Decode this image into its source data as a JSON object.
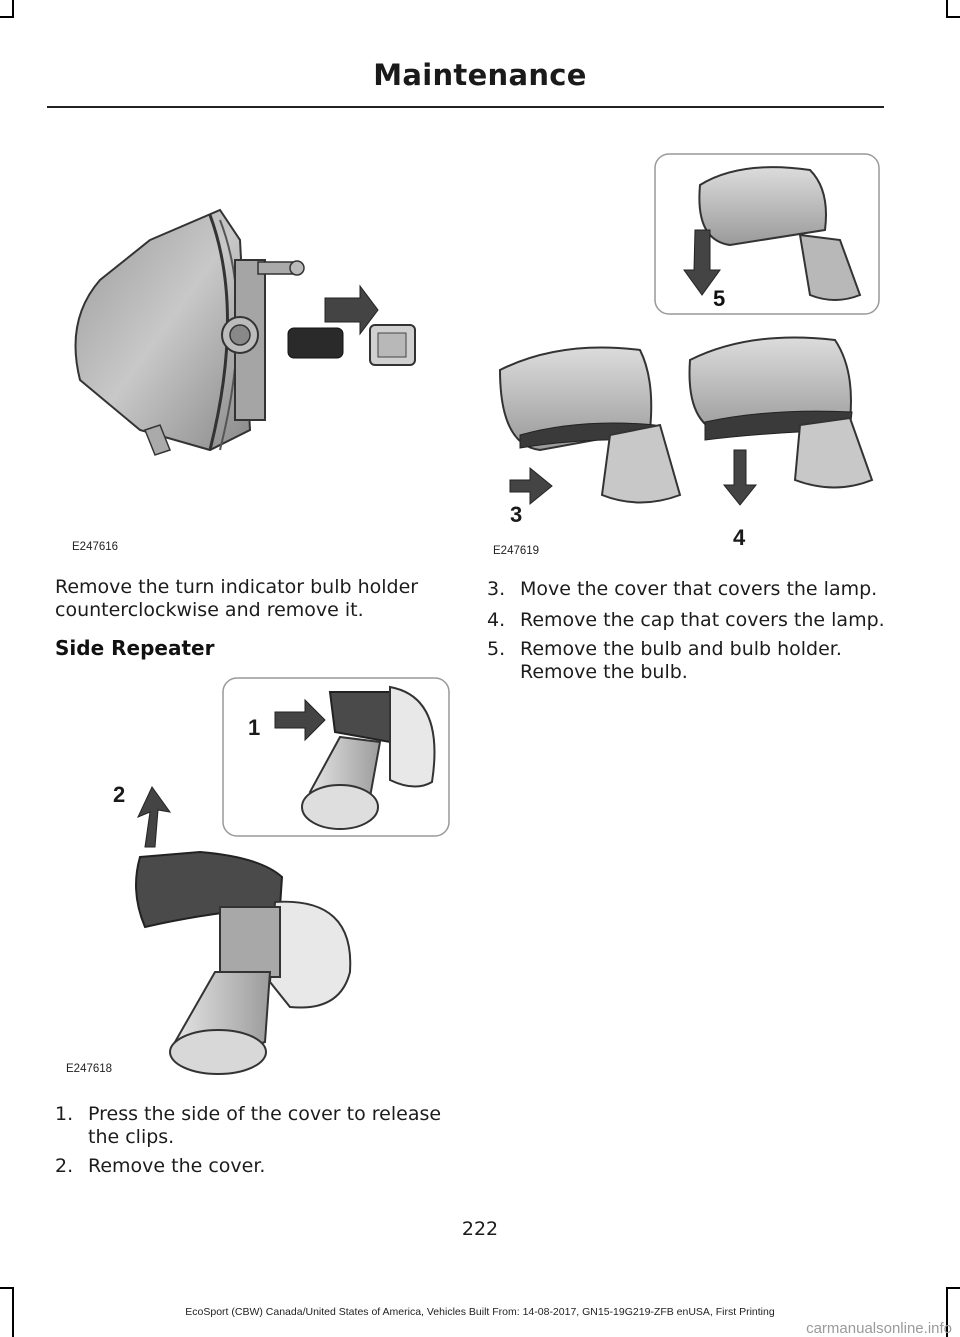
{
  "header": {
    "title": "Maintenance"
  },
  "figures": {
    "turn_indicator": {
      "id": "E247616"
    },
    "side_repeater": {
      "id": "E247618",
      "callouts": [
        "1",
        "2"
      ]
    },
    "mirror_lamp": {
      "id": "E247619",
      "callouts": [
        "3",
        "4",
        "5"
      ]
    }
  },
  "intro_text": "Remove the turn indicator bulb holder counterclockwise and remove it.",
  "intro_lines": [
    "Remove the turn indicator bulb holder",
    "counterclockwise and remove it."
  ],
  "section_title": "Side Repeater",
  "steps_left": [
    {
      "num": "1.",
      "lines": [
        "Press the side of the cover to release",
        "the clips."
      ]
    },
    {
      "num": "2.",
      "lines": [
        "Remove the cover."
      ]
    }
  ],
  "steps_right": [
    {
      "num": "3.",
      "lines": [
        "Move the cover that covers the lamp."
      ]
    },
    {
      "num": "4.",
      "lines": [
        "Remove the cap that covers the lamp."
      ]
    },
    {
      "num": "5.",
      "lines": [
        "Remove the bulb and bulb holder.",
        "Remove the bulb."
      ]
    }
  ],
  "page_number": "222",
  "footer": "EcoSport (CBW) Canada/United States of America, Vehicles Built From: 14-08-2017, GN15-19G219-ZFB enUSA, First Printing",
  "watermark": "carmanualsonline.info"
}
